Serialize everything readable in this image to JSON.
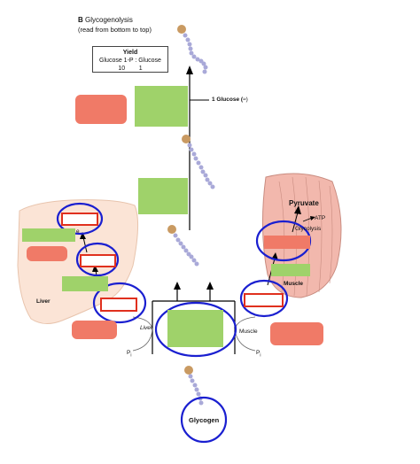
{
  "header": {
    "title_letter": "B",
    "title": "Glycogenolysis",
    "subtitle": "(read from bottom to top)"
  },
  "yield_box": {
    "title": "Yield",
    "ratio_label": "Glucose 1-P : Glucose",
    "values": "10        1"
  },
  "labels": {
    "one_glucose": "1 Glucose (",
    "liver": "Liver",
    "muscle_organ": "Muscle",
    "liver_branch": "Liver",
    "muscle_branch": "Muscle",
    "pi_left": "P",
    "pi_right": "P",
    "pi_sub": "i",
    "glycogen": "Glycogen",
    "pyruvate": "Pyruvate",
    "atp": "ATP",
    "glycolysis": "Glycolysis",
    "liver_partial_letter": "e"
  },
  "colors": {
    "green_box": "#9fd26a",
    "red_box": "#f07a67",
    "circle": "#1a1fd0",
    "red_outline": "#e0301e",
    "glucose_bead": "#a9a9d8",
    "glucose_head": "#c99a62",
    "liver_fill": "#fbe4d6",
    "muscle_fill": "#f2b8ad"
  }
}
